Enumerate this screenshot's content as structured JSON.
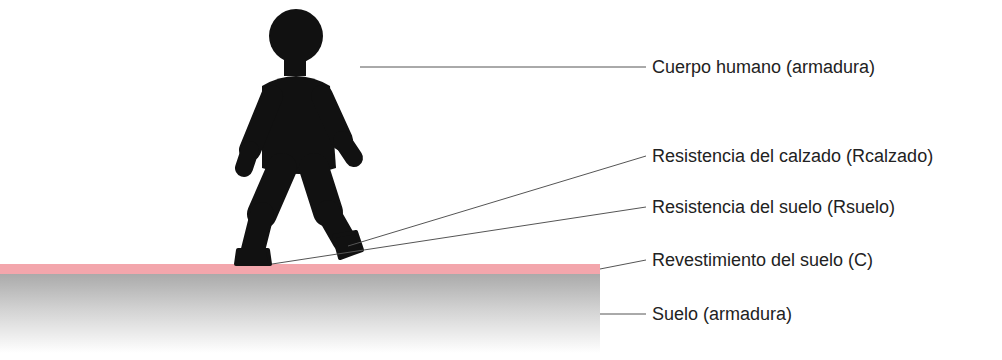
{
  "diagram": {
    "labels": [
      "Cuerpo humano (armadura)",
      "Resistencia del calzado (Rcalzado)",
      "Resistencia del suelo (Rsuelo)",
      "Revestimiento del suelo (C)",
      "Suelo (armadura)"
    ]
  }
}
